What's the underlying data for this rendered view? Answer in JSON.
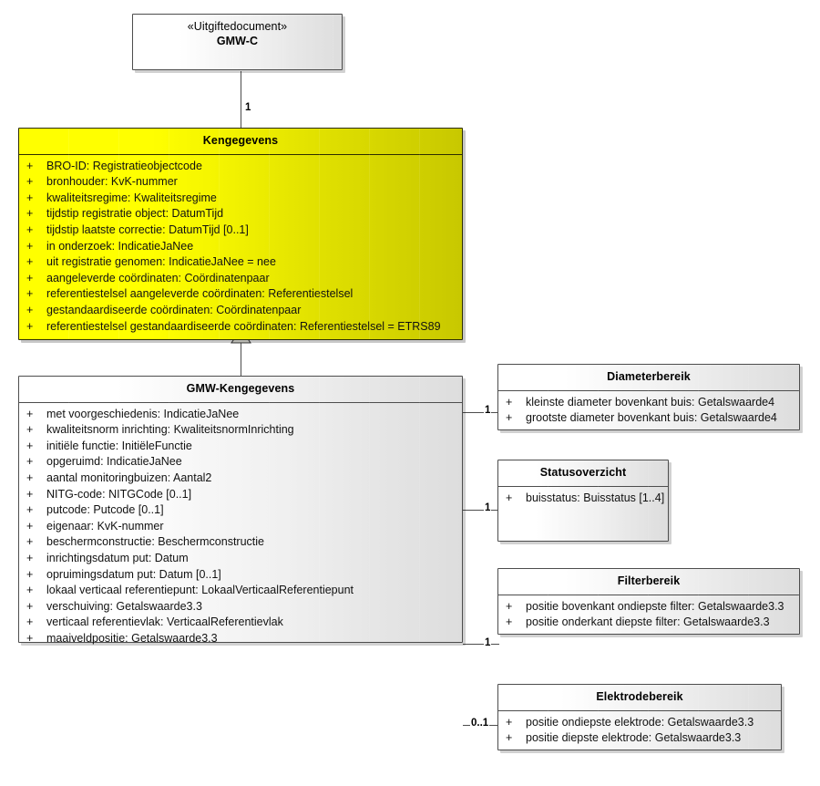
{
  "diagram": {
    "type": "uml-class-diagram",
    "background": "#ffffff",
    "focus_color": "#ffff00",
    "line_color": "#4d4d4d"
  },
  "classes": {
    "gmw_c": {
      "stereotype": "«Uitgiftedocument»",
      "name": "GMW-C",
      "attributes": []
    },
    "kengegevens": {
      "name": "Kengegevens",
      "attributes": [
        {
          "visibility": "+",
          "signature": "BRO-ID: Registratieobjectcode"
        },
        {
          "visibility": "+",
          "signature": "bronhouder: KvK-nummer"
        },
        {
          "visibility": "+",
          "signature": "kwaliteitsregime: Kwaliteitsregime"
        },
        {
          "visibility": "+",
          "signature": "tijdstip registratie object: DatumTijd"
        },
        {
          "visibility": "+",
          "signature": "tijdstip laatste correctie: DatumTijd [0..1]"
        },
        {
          "visibility": "+",
          "signature": "in onderzoek: IndicatieJaNee"
        },
        {
          "visibility": "+",
          "signature": "uit registratie genomen: IndicatieJaNee = nee"
        },
        {
          "visibility": "+",
          "signature": "aangeleverde coördinaten: Coördinatenpaar"
        },
        {
          "visibility": "+",
          "signature": "referentiestelsel aangeleverde coördinaten: Referentiestelsel"
        },
        {
          "visibility": "+",
          "signature": "gestandaardiseerde coördinaten: Coördinatenpaar"
        },
        {
          "visibility": "+",
          "signature": "referentiestelsel gestandaardiseerde coördinaten: Referentiestelsel = ETRS89"
        }
      ]
    },
    "gmw_kengegevens": {
      "name": "GMW-Kengegevens",
      "attributes": [
        {
          "visibility": "+",
          "signature": "met voorgeschiedenis: IndicatieJaNee"
        },
        {
          "visibility": "+",
          "signature": "kwaliteitsnorm inrichting: KwaliteitsnormInrichting"
        },
        {
          "visibility": "+",
          "signature": "initiële functie: InitiëleFunctie"
        },
        {
          "visibility": "+",
          "signature": "opgeruimd: IndicatieJaNee"
        },
        {
          "visibility": "+",
          "signature": "aantal monitoringbuizen: Aantal2"
        },
        {
          "visibility": "+",
          "signature": "NITG-code: NITGCode [0..1]"
        },
        {
          "visibility": "+",
          "signature": "putcode: Putcode [0..1]"
        },
        {
          "visibility": "+",
          "signature": "eigenaar: KvK-nummer"
        },
        {
          "visibility": "+",
          "signature": "beschermconstructie: Beschermconstructie"
        },
        {
          "visibility": "+",
          "signature": "inrichtingsdatum put: Datum"
        },
        {
          "visibility": "+",
          "signature": "opruimingsdatum put: Datum [0..1]"
        },
        {
          "visibility": "+",
          "signature": "lokaal verticaal referentiepunt: LokaalVerticaalReferentiepunt"
        },
        {
          "visibility": "+",
          "signature": "verschuiving: Getalswaarde3.3"
        },
        {
          "visibility": "+",
          "signature": "verticaal referentievlak: VerticaalReferentievlak"
        },
        {
          "visibility": "+",
          "signature": "maaiveldpositie: Getalswaarde3.3"
        }
      ]
    },
    "diameterbereik": {
      "name": "Diameterbereik",
      "attributes": [
        {
          "visibility": "+",
          "signature": "kleinste diameter bovenkant buis: Getalswaarde4"
        },
        {
          "visibility": "+",
          "signature": "grootste diameter bovenkant buis: Getalswaarde4"
        }
      ]
    },
    "statusoverzicht": {
      "name": "Statusoverzicht",
      "attributes": [
        {
          "visibility": "+",
          "signature": "buisstatus: Buisstatus [1..4]"
        }
      ]
    },
    "filterbereik": {
      "name": "Filterbereik",
      "attributes": [
        {
          "visibility": "+",
          "signature": "positie bovenkant ondiepste filter: Getalswaarde3.3"
        },
        {
          "visibility": "+",
          "signature": "positie onderkant diepste filter: Getalswaarde3.3"
        }
      ]
    },
    "elektrodebereik": {
      "name": "Elektrodebereik",
      "attributes": [
        {
          "visibility": "+",
          "signature": "positie ondiepste elektrode: Getalswaarde3.3"
        },
        {
          "visibility": "+",
          "signature": "positie diepste elektrode: Getalswaarde3.3"
        }
      ]
    }
  },
  "associations": {
    "gmwc_to_kengegevens": {
      "multiplicity": "1"
    },
    "to_diameterbereik": {
      "multiplicity": "1"
    },
    "to_statusoverzicht": {
      "multiplicity": "1"
    },
    "to_filterbereik": {
      "multiplicity": "1"
    },
    "to_elektrodebereik": {
      "multiplicity": "0..1"
    }
  }
}
